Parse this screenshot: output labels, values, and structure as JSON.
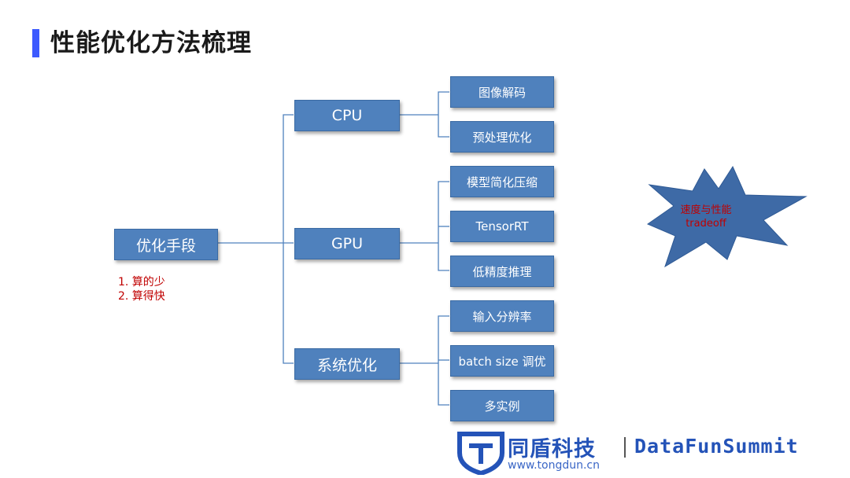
{
  "title": "性能优化方法梳理",
  "root": {
    "label": "优化手段"
  },
  "categories": [
    {
      "label": "CPU",
      "items": [
        "图像解码",
        "预处理优化"
      ]
    },
    {
      "label": "GPU",
      "items": [
        "模型简化压缩",
        "TensorRT",
        "低精度推理"
      ]
    },
    {
      "label": "系统优化",
      "items": [
        "输入分辨率",
        "batch size 调优",
        "多实例"
      ]
    }
  ],
  "notes": [
    "1. 算的少",
    "2. 算得快"
  ],
  "callout": {
    "line1": "速度与性能",
    "line2": "tradeoff"
  },
  "logo": {
    "cn": "同盾科技",
    "url": "www.tongdun.cn",
    "en": "DataFunSummit"
  },
  "colors": {
    "title_bar": "#3d5afe",
    "box_fill": "#4f81bd",
    "note_red": "#c00000",
    "burst_fill": "#3e6aa6"
  }
}
